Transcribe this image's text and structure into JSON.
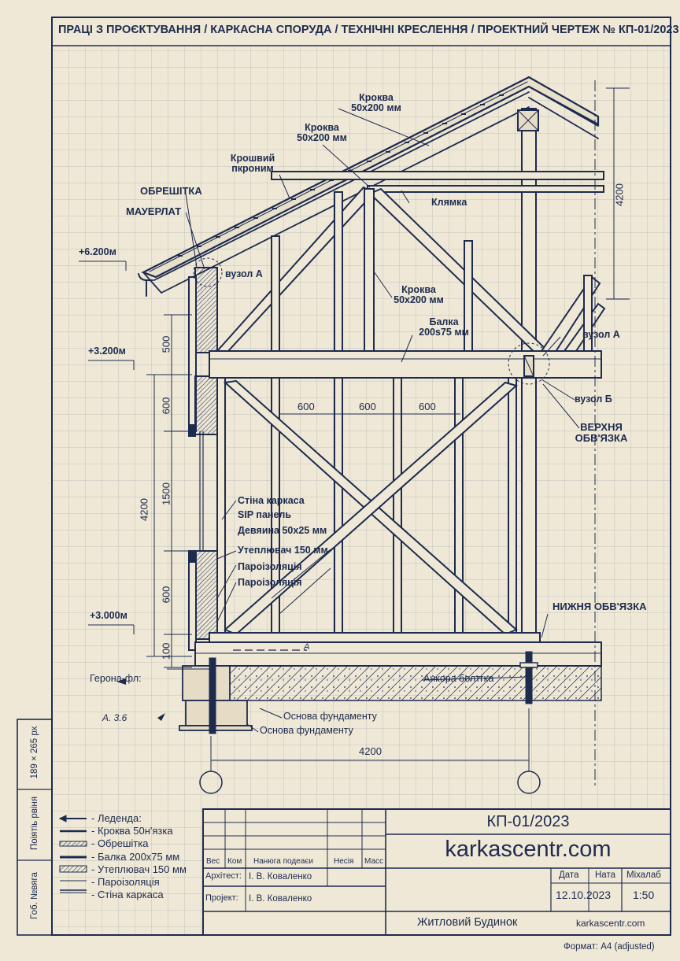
{
  "header": {
    "title": "ПРАЦІ З ПРОЄКТУВАННЯ / КАРКАСНА СПОРУДА / ТЕХНІЧНІ КРЕСЛЕННЯ / ПРОЕКТНИЙ ЧЕРТЕЖ № КП-01/2023"
  },
  "labels": {
    "rafter_top": "Кроква\n50x200 мм",
    "rafter_mid": "Кроква\n50x200 мм",
    "roof_profile": "Крошвий\nпкроним",
    "batten": "ОБРЕШІТКА",
    "mauerlat": "МАУЕРЛАТ",
    "node_a_left": "вузол А",
    "clamp": "Клямка",
    "rafter_inner": "Кроква\n50x200 мм",
    "beam": "Балка\n200s75 мм",
    "node_a_right": "вузол А",
    "node_b": "вузол Б",
    "top_plate": "ВЕРХНЯ\nОБВ'ЯЗКА",
    "bottom_plate": "НИЖНЯ ОБВ'ЯЗКА",
    "anchor_bolt": "Анкора болтгка",
    "foundation_1": "Основа фундаменту",
    "foundation_2": "Основа фундаменту",
    "heron": "Герона-фл:",
    "mark_a": "A",
    "sketch_note": "А. 3.6"
  },
  "layers": [
    "Стіна каркаса",
    "SIP панель",
    "Девяина 50x25 мм",
    "Утеплювач 150 мм",
    "Пароізоляція",
    "Пароізоляція"
  ],
  "levels": {
    "top": "+6.200м",
    "mid": "+3.200м",
    "low": "+3.000м"
  },
  "dimensions": {
    "roof_height": "4200",
    "wall_height": "4200",
    "stack": [
      "500",
      "600",
      "1500",
      "600",
      "100"
    ],
    "stud_spacing": [
      "600",
      "600",
      "600"
    ],
    "base_width": "4200"
  },
  "legend": {
    "title": "- Леденда:",
    "items": [
      "- Кроква 50н'язка",
      "- Обрешітка",
      "- Балка 200x75 мм",
      "- Утеплювач 150 мм",
      "- Пароізоляція",
      "- Стіна каркаса"
    ]
  },
  "side_frame": {
    "cells": [
      "Гоб. №вяга",
      "Поіятіь рвіня",
      "189 × 265 рх"
    ]
  },
  "title_block": {
    "code": "КП-01/2023",
    "site": "karkascentr.com",
    "columns": [
      "Вес",
      "Ком",
      "Нанюга подеаєи",
      "Несія",
      "Масс"
    ],
    "architect_label": "Архітест:",
    "architect": "І. В. Коваленко",
    "project_label": "Пројект:",
    "project": "І. В. Коваленко",
    "date_label": "Дата",
    "date_label2": "Ната",
    "scale_label": "Міхалаб",
    "date": "12.10.2023",
    "scale": "1:50",
    "building": "Житловий Будинок",
    "site_small": "karkascentr.com"
  },
  "footer": {
    "format": "Формат: А4 (adjusted)"
  }
}
